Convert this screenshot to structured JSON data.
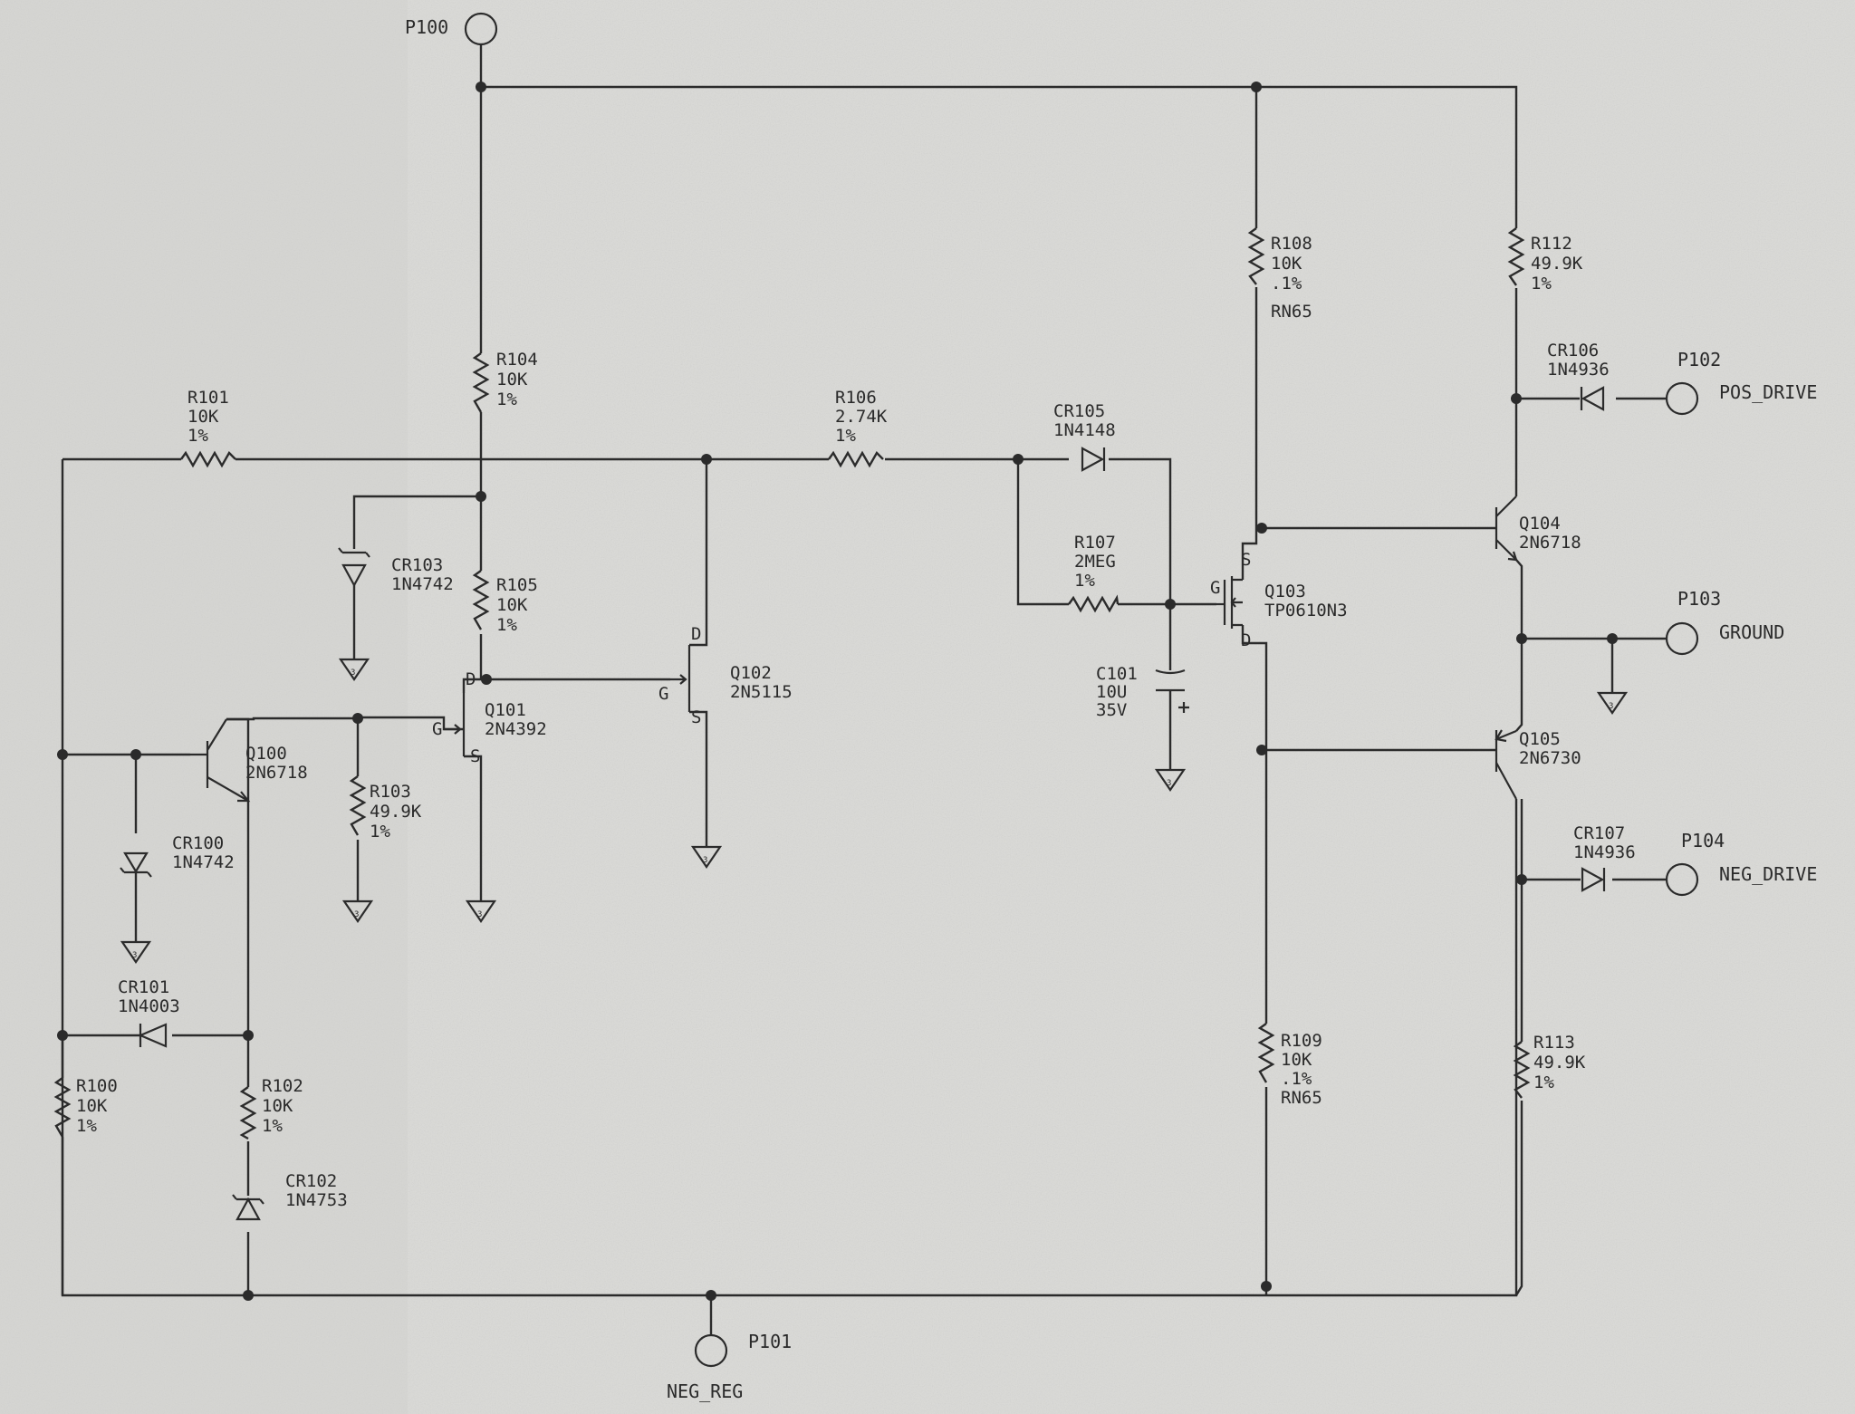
{
  "ports": {
    "p100": {
      "ref": "P100"
    },
    "p101": {
      "ref": "P101",
      "name": "NEG_REG"
    },
    "p102": {
      "ref": "P102",
      "name": "POS_DRIVE"
    },
    "p103": {
      "ref": "P103",
      "name": "GROUND"
    },
    "p104": {
      "ref": "P104",
      "name": "NEG_DRIVE"
    }
  },
  "resistors": {
    "r100": {
      "ref": "R100",
      "value": "10K",
      "tol": "1%"
    },
    "r101": {
      "ref": "R101",
      "value": "10K",
      "tol": "1%"
    },
    "r102": {
      "ref": "R102",
      "value": "10K",
      "tol": "1%"
    },
    "r103": {
      "ref": "R103",
      "value": "49.9K",
      "tol": "1%"
    },
    "r104": {
      "ref": "R104",
      "value": "10K",
      "tol": "1%"
    },
    "r105": {
      "ref": "R105",
      "value": "10K",
      "tol": "1%"
    },
    "r106": {
      "ref": "R106",
      "value": "2.74K",
      "tol": "1%"
    },
    "r107": {
      "ref": "R107",
      "value": "2MEG",
      "tol": "1%"
    },
    "r108": {
      "ref": "R108",
      "value": "10K",
      "tol": ".1%",
      "type": "RN65"
    },
    "r109": {
      "ref": "R109",
      "value": "10K",
      "tol": ".1%",
      "type": "RN65"
    },
    "r112": {
      "ref": "R112",
      "value": "49.9K",
      "tol": "1%"
    },
    "r113": {
      "ref": "R113",
      "value": "49.9K",
      "tol": "1%"
    }
  },
  "diodes": {
    "cr100": {
      "ref": "CR100",
      "part": "1N4742"
    },
    "cr101": {
      "ref": "CR101",
      "part": "1N4003"
    },
    "cr102": {
      "ref": "CR102",
      "part": "1N4753"
    },
    "cr103": {
      "ref": "CR103",
      "part": "1N4742"
    },
    "cr105": {
      "ref": "CR105",
      "part": "1N4148"
    },
    "cr106": {
      "ref": "CR106",
      "part": "1N4936"
    },
    "cr107": {
      "ref": "CR107",
      "part": "1N4936"
    }
  },
  "transistors": {
    "q100": {
      "ref": "Q100",
      "part": "2N6718"
    },
    "q101": {
      "ref": "Q101",
      "part": "2N4392"
    },
    "q102": {
      "ref": "Q102",
      "part": "2N5115"
    },
    "q103": {
      "ref": "Q103",
      "part": "TP0610N3"
    },
    "q104": {
      "ref": "Q104",
      "part": "2N6718"
    },
    "q105": {
      "ref": "Q105",
      "part": "2N6730"
    }
  },
  "capacitors": {
    "c101": {
      "ref": "C101",
      "value": "10U",
      "voltage": "35V"
    }
  },
  "pins": {
    "d": "D",
    "g": "G",
    "s": "S"
  },
  "ground_mark": "3",
  "colors": {
    "paper": "#d9d9d6",
    "ink": "#2b2b2b"
  }
}
